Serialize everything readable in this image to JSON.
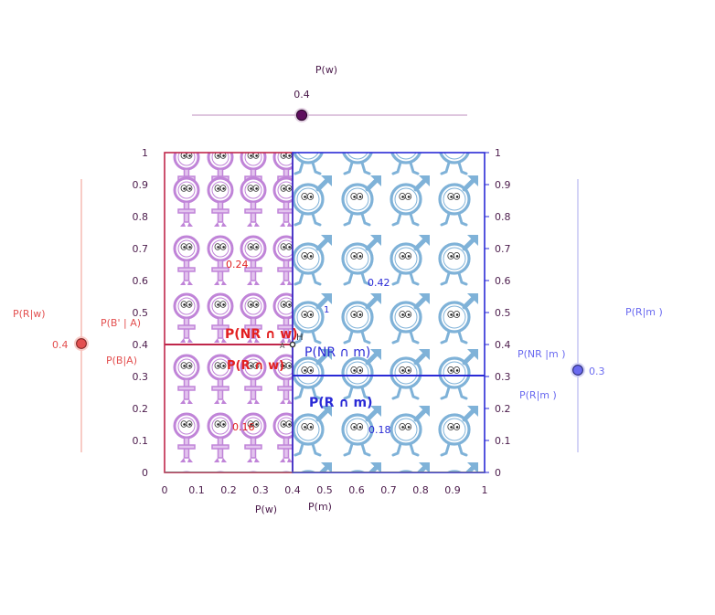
{
  "colors": {
    "women_region": "#c0264a",
    "men_region": "#2a2ad6",
    "women_icon": "#c084d8",
    "men_icon": "#7fb2d8",
    "slider_track": "#c9a3c9",
    "slider_knob": "#5e0e5e",
    "left_slider_track": "#f3a9a0",
    "left_knob": "#e35050",
    "right_slider_track": "#b7b7ef",
    "right_knob": "#6a6af0",
    "axis_text": "#4b1b4b"
  },
  "top_slider": {
    "label": "P(w)",
    "value_text": "0.4",
    "value": 0.4
  },
  "left_slider": {
    "title": "P(R|w)",
    "value_text": "0.4",
    "value": 0.4,
    "conditional_upper": "P(B' | A)",
    "conditional_lower": "P(B|A)"
  },
  "right_slider": {
    "title": "P(R|m )",
    "value_text": "0.3",
    "value": 0.3,
    "conditional_upper": "P(NR |m )",
    "conditional_lower": "P(R|m )"
  },
  "axes": {
    "left_ticks": [
      "0",
      "0.1",
      "0.2",
      "0.3",
      "0.4",
      "0.5",
      "0.6",
      "0.7",
      "0.8",
      "0.9",
      "1"
    ],
    "right_ticks": [
      "0",
      "0.1",
      "0.2",
      "0.3",
      "0.4",
      "0.5",
      "0.6",
      "0.7",
      "0.8",
      "0.9",
      "1"
    ],
    "bottom_ticks": [
      "0",
      "0.1",
      "0.2",
      "0.3",
      "0.4",
      "0.5",
      "0.6",
      "0.7",
      "0.8",
      "0.9",
      "1"
    ],
    "bottom_label_women": "P(w)",
    "bottom_label_men": "P(m)"
  },
  "regions": {
    "nr_w": {
      "label": "P(NR ∩ w)",
      "value_text": "0.24"
    },
    "r_w": {
      "label": "P(R ∩ w)",
      "value_text": "0.16"
    },
    "nr_m": {
      "label": "P(NR ∩ m)",
      "value_text": "0.42"
    },
    "r_m": {
      "label": "P(R ∩ m)",
      "value_text": "0.18"
    }
  },
  "points": {
    "H": "H",
    "A": "A",
    "one": "1"
  },
  "icons": {
    "women": "female-symbol-icon",
    "men": "male-symbol-icon"
  }
}
